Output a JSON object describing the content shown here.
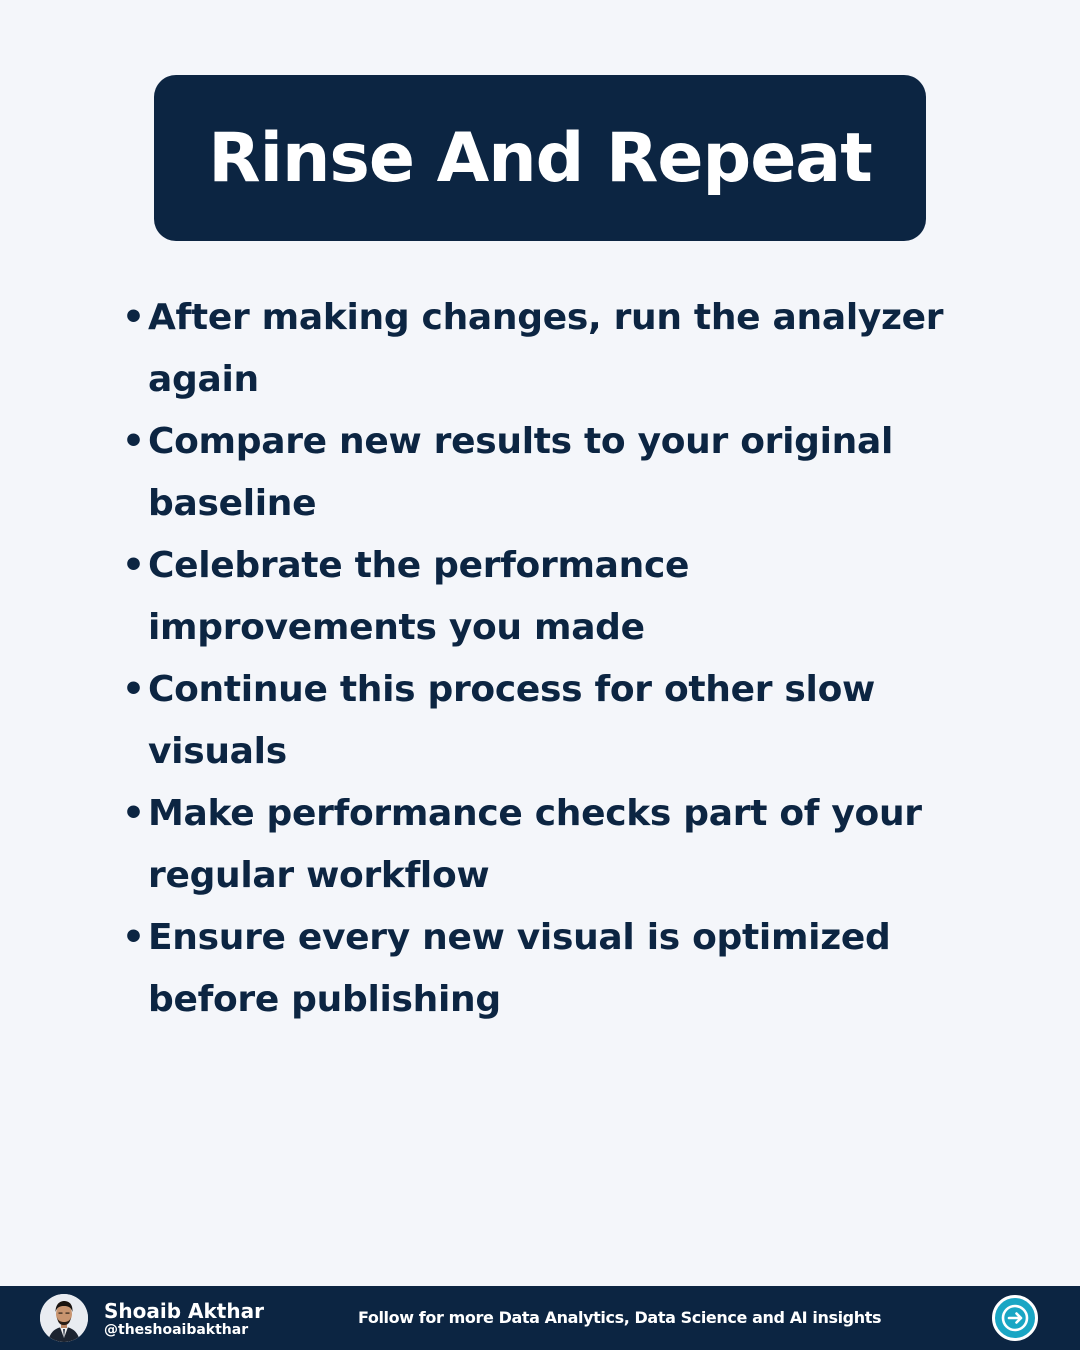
{
  "title": "Rinse And Repeat",
  "bullet_symbol": "•",
  "bullets": [
    "After making changes, run the analyzer again",
    "Compare new results to your original baseline",
    "Celebrate the performance improvements you made",
    "Continue this process for other slow visuals",
    "Make performance checks part of your regular workflow",
    "Ensure every new visual is optimized before publishing"
  ],
  "footer": {
    "name": "Shoaib Akthar",
    "handle": "@theshoaibakthar",
    "tagline": "Follow for more Data Analytics, Data Science and AI insights",
    "avatar_icon": "profile-photo-icon",
    "next_icon": "arrow-right-circle-icon"
  },
  "colors": {
    "background": "#f4f6fa",
    "navy": "#0c2542",
    "accent": "#1aa6c4",
    "text_on_dark": "#ffffff"
  }
}
